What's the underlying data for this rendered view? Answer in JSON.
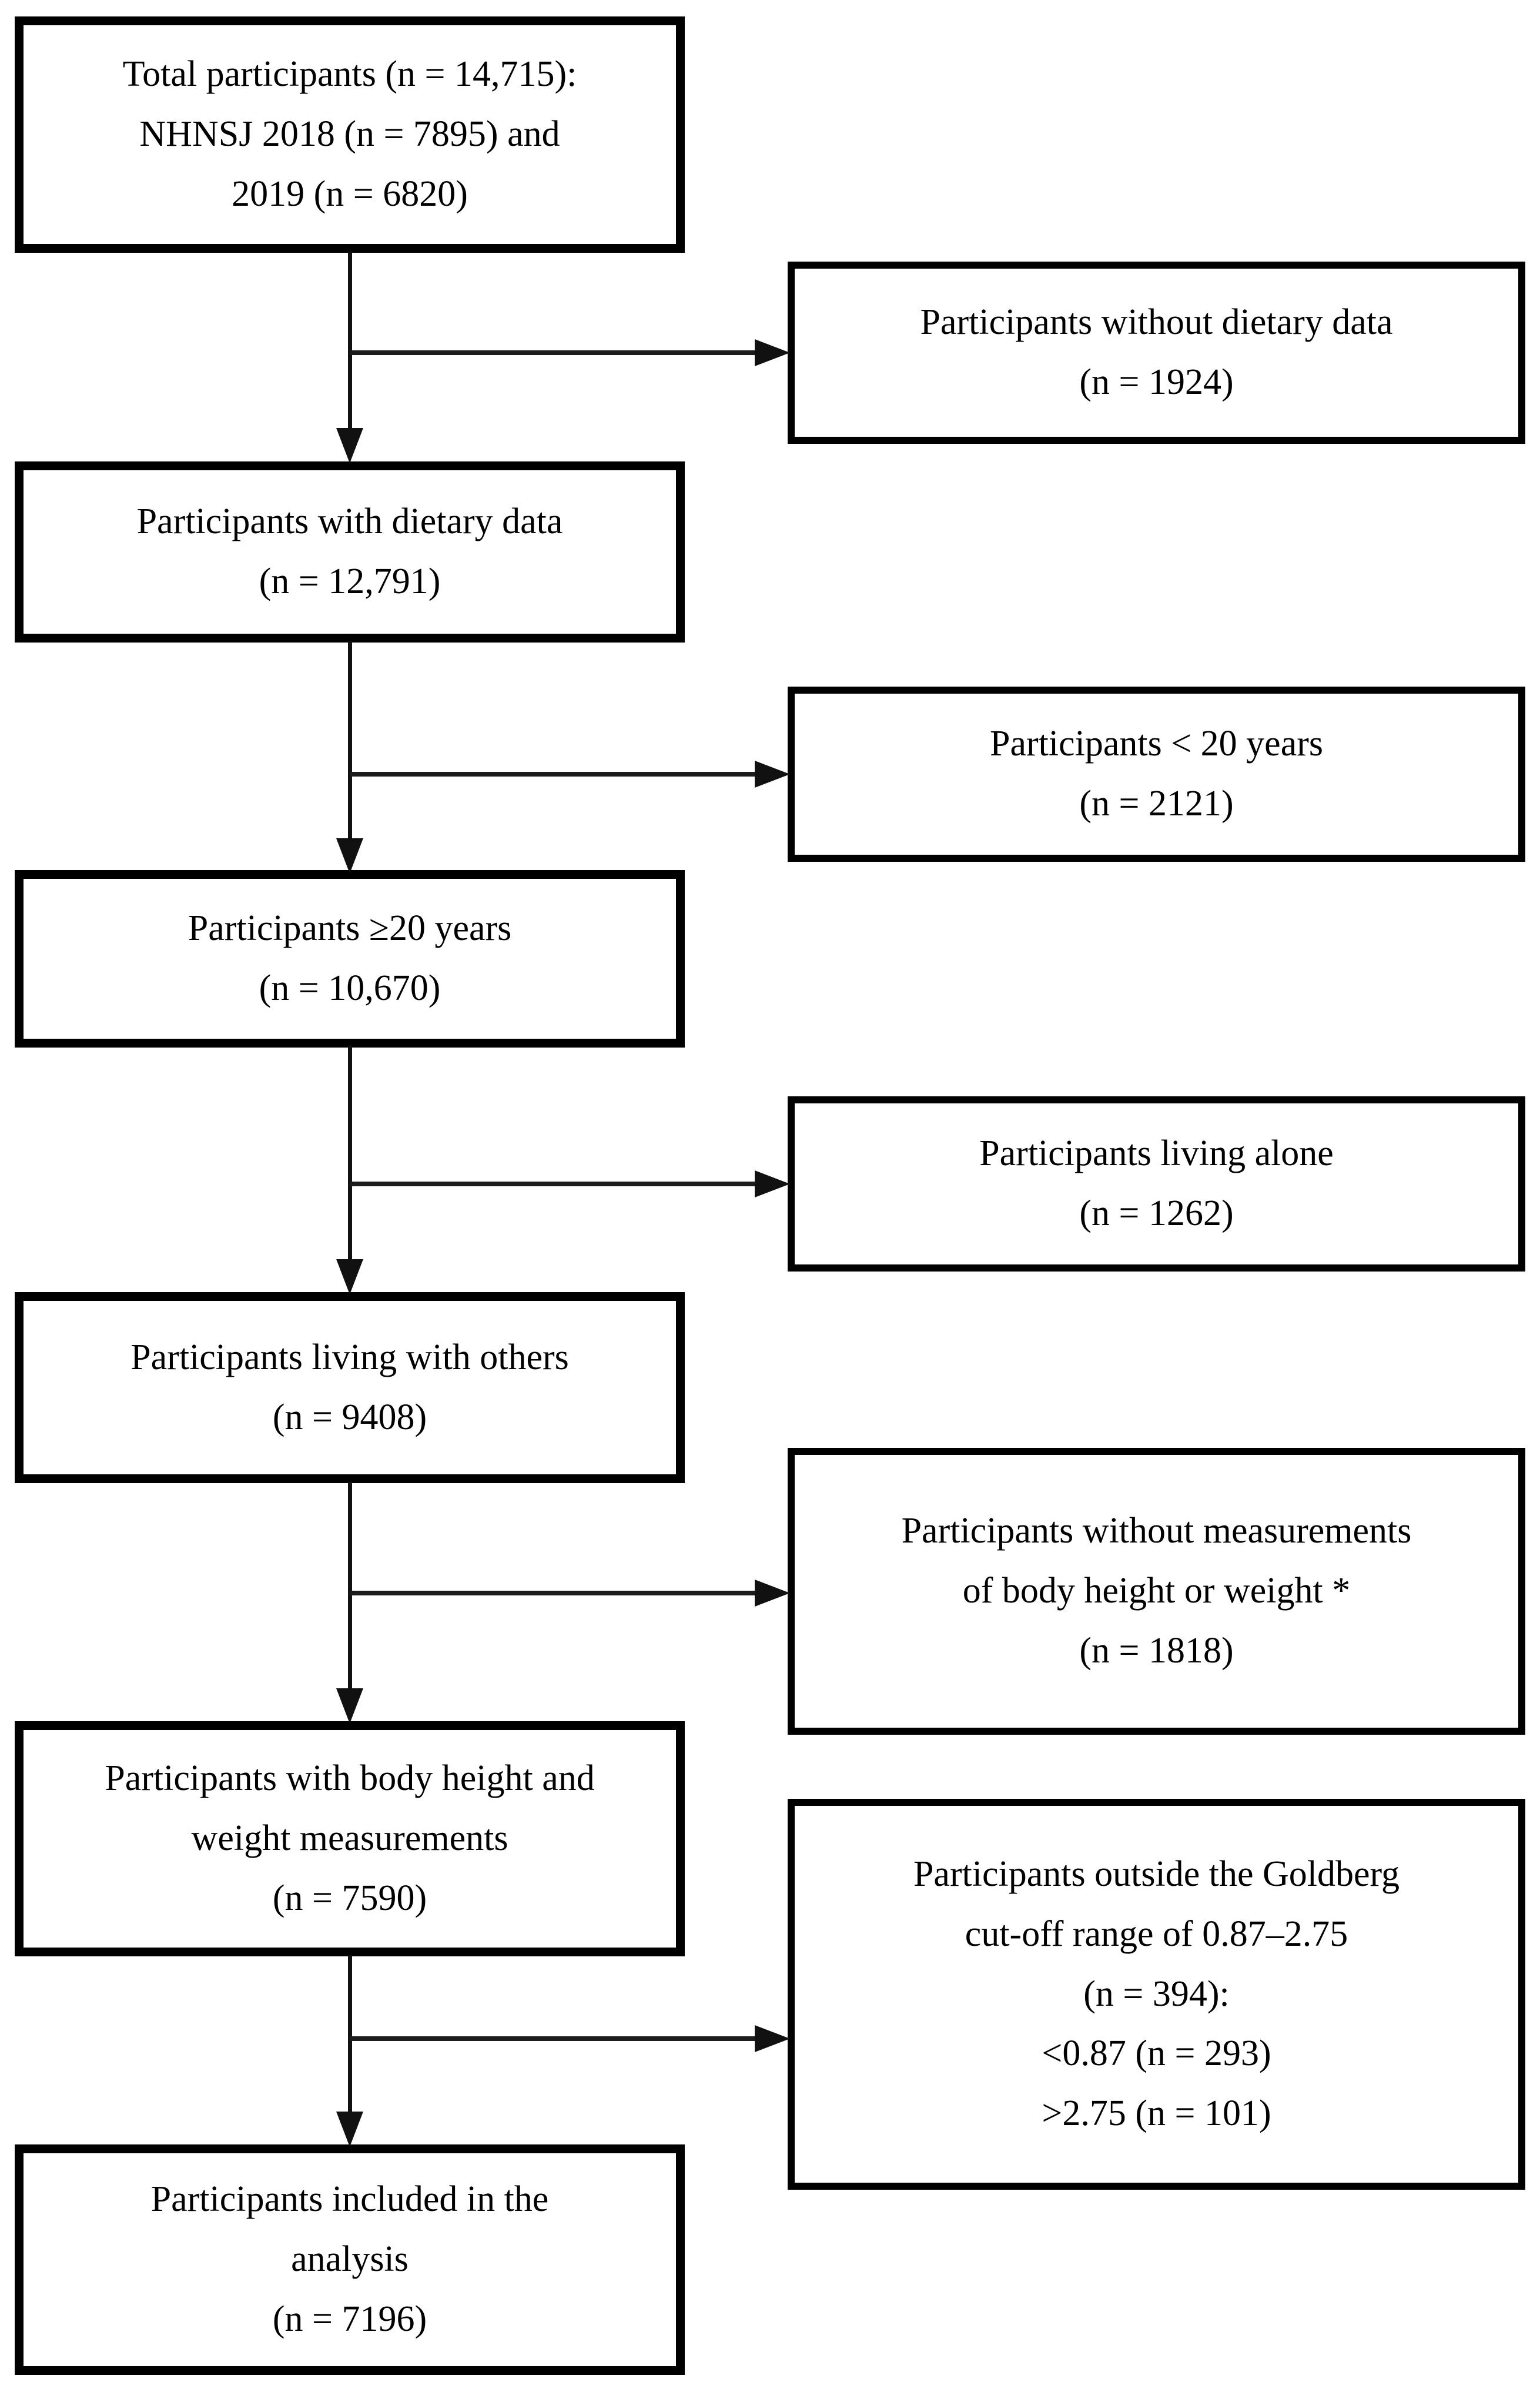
{
  "diagram": {
    "title": "Participant selection flow diagram",
    "colors": {
      "background": "#ffffff",
      "box_border": "#000000",
      "text": "#000000",
      "arrow": "#111111"
    },
    "main": [
      {
        "id": "total",
        "lines": [
          "Total participants (n = 14,715):",
          "NHNSJ 2018 (n = 7895) and",
          "2019 (n = 6820)"
        ]
      },
      {
        "id": "dietary",
        "lines": [
          "Participants with dietary data",
          "(n = 12,791)"
        ]
      },
      {
        "id": "age20plus",
        "lines": [
          "Participants ≥20 years",
          "(n = 10,670)"
        ]
      },
      {
        "id": "withOthers",
        "lines": [
          "Participants living with others",
          "(n = 9408)"
        ]
      },
      {
        "id": "measured",
        "lines": [
          "Participants with body height and",
          "weight measurements",
          "(n = 7590)"
        ]
      },
      {
        "id": "included",
        "lines": [
          "Participants included in the",
          "analysis",
          "(n = 7196)"
        ]
      }
    ],
    "exclusions": [
      {
        "id": "noDietary",
        "lines": [
          "Participants without dietary data",
          "(n = 1924)"
        ]
      },
      {
        "id": "under20",
        "lines": [
          "Participants < 20 years",
          "(n = 2121)"
        ]
      },
      {
        "id": "livingAlone",
        "lines": [
          "Participants living alone",
          "(n = 1262)"
        ]
      },
      {
        "id": "noMeasure",
        "lines": [
          "Participants without measurements",
          "of body height or weight *",
          "(n = 1818)"
        ]
      },
      {
        "id": "goldberg",
        "lines": [
          "Participants outside the Goldberg",
          "cut-off range of 0.87–2.75",
          "(n = 394):",
          "<0.87 (n = 293)",
          ">2.75 (n = 101)"
        ]
      }
    ]
  }
}
